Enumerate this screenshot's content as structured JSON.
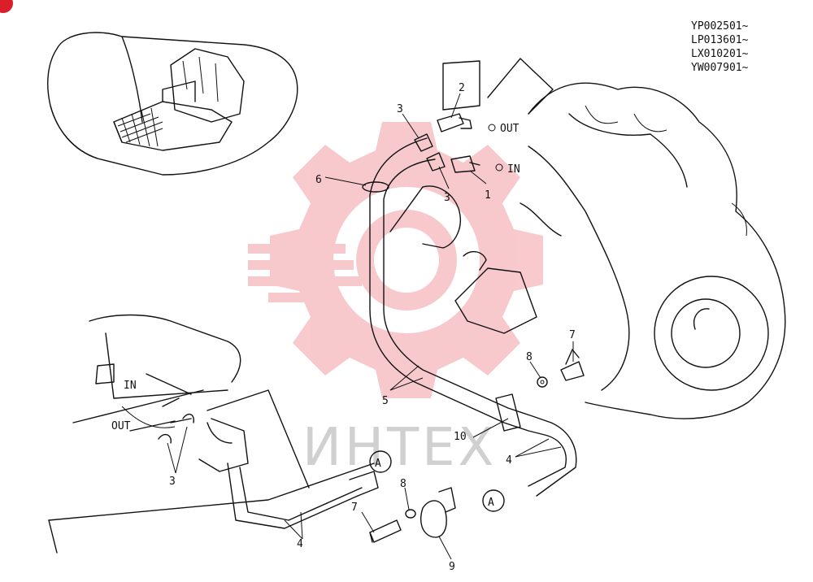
{
  "serial_ranges": [
    "YP002501~",
    "LP013601~",
    "LX010201~",
    "YW007901~"
  ],
  "ports": {
    "out": "OUT",
    "in": "IN"
  },
  "inset_ports": {
    "in": "IN",
    "out": "OUT"
  },
  "section_markers": [
    "A",
    "A"
  ],
  "callouts": [
    "1",
    "2",
    "3",
    "3",
    "3",
    "4",
    "4",
    "5",
    "6",
    "7",
    "7",
    "8",
    "8",
    "9",
    "10"
  ],
  "watermark": {
    "text": "ИНТЕХ",
    "color": "#e8404a"
  }
}
